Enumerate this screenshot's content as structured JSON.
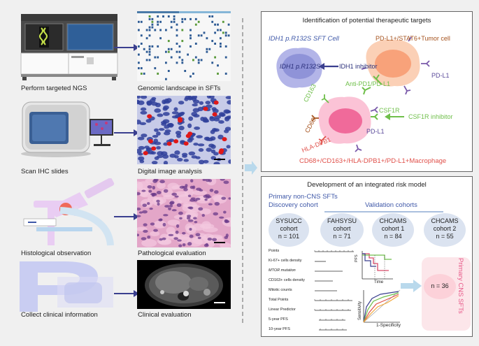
{
  "left_column": {
    "steps": [
      {
        "label": "Perform targeted NGS",
        "icon": "sequencer-machine-icon"
      },
      {
        "label": "Scan IHC slides",
        "icon": "slide-scanner-icon"
      },
      {
        "label": "Histological observation",
        "icon": "microscope-icon"
      },
      {
        "label": "Collect clinical information",
        "icon": "clinical-info-icon"
      }
    ],
    "results": [
      {
        "label": "Genomic landscape in SFTs"
      },
      {
        "label": "Digital image analysis"
      },
      {
        "label": "Pathological evaluation"
      },
      {
        "label": "Clinical evaluation"
      }
    ]
  },
  "targets_panel": {
    "title": "Identification of potential therapeutic targets",
    "sft_cell_label": "IDH1 p.R132S SFT Cell",
    "sft_cell_inner": "IDH1 p.R132S",
    "idh1_inhibitor": "IDH1 inhibitor",
    "tumor_cell_label": "PD-L1+/STAT6+Tumor cell",
    "pdl1_tumor": "PD-L1",
    "anti_pd1": "Anti-PD1/PD-L1",
    "cd163": "CD163",
    "csf1r": "CSF1R",
    "csf1r_inhibitor": "CSF1R inhibitor",
    "cd68": "CD68",
    "pdl1_macro": "PD-L1",
    "hla": "HLA-DPB1",
    "macrophage_label": "CD68+/CD163+/HLA-DPB1+/PD-L1+Macrophage",
    "colors": {
      "blue": "#3f58a8",
      "green": "#6fbf4a",
      "red": "#e0504a",
      "brown": "#a5521d",
      "tumor": "#f8a27a",
      "macrophage": "#f06a9a",
      "sft": "#8f93d8"
    }
  },
  "risk_panel": {
    "title": "Development of an integrated risk model",
    "primary_non_cns": "Primary non-CNS SFTs",
    "discovery": "Discovery cohort",
    "validation": "Validation cohorts",
    "cohorts": [
      {
        "line1": "SYSUCC",
        "line2": "cohort",
        "n": "n = 101"
      },
      {
        "line1": "FAHSYSU",
        "line2": "cohort",
        "n": "n = 71"
      },
      {
        "line1": "CHCAMS",
        "line2": "cohort 1",
        "n": "n = 84"
      },
      {
        "line1": "CHCAMS",
        "line2": "cohort 2",
        "n": "n = 55"
      }
    ],
    "nomogram_rows": [
      "Points",
      "Ki-67+ cells density",
      "MTOR mutation",
      "CD163+ cells density",
      "Mitotic counts",
      "Total Points",
      "Linear Predictor",
      "5-year PFS",
      "10-year PFS"
    ],
    "km_ylabel": "PFS",
    "km_xlabel": "Time",
    "roc_ylabel": "Sensitivity",
    "roc_xlabel": "1-Specificity",
    "cns_n": "n = 36",
    "primary_cns": "Primary CNS SFTs"
  }
}
